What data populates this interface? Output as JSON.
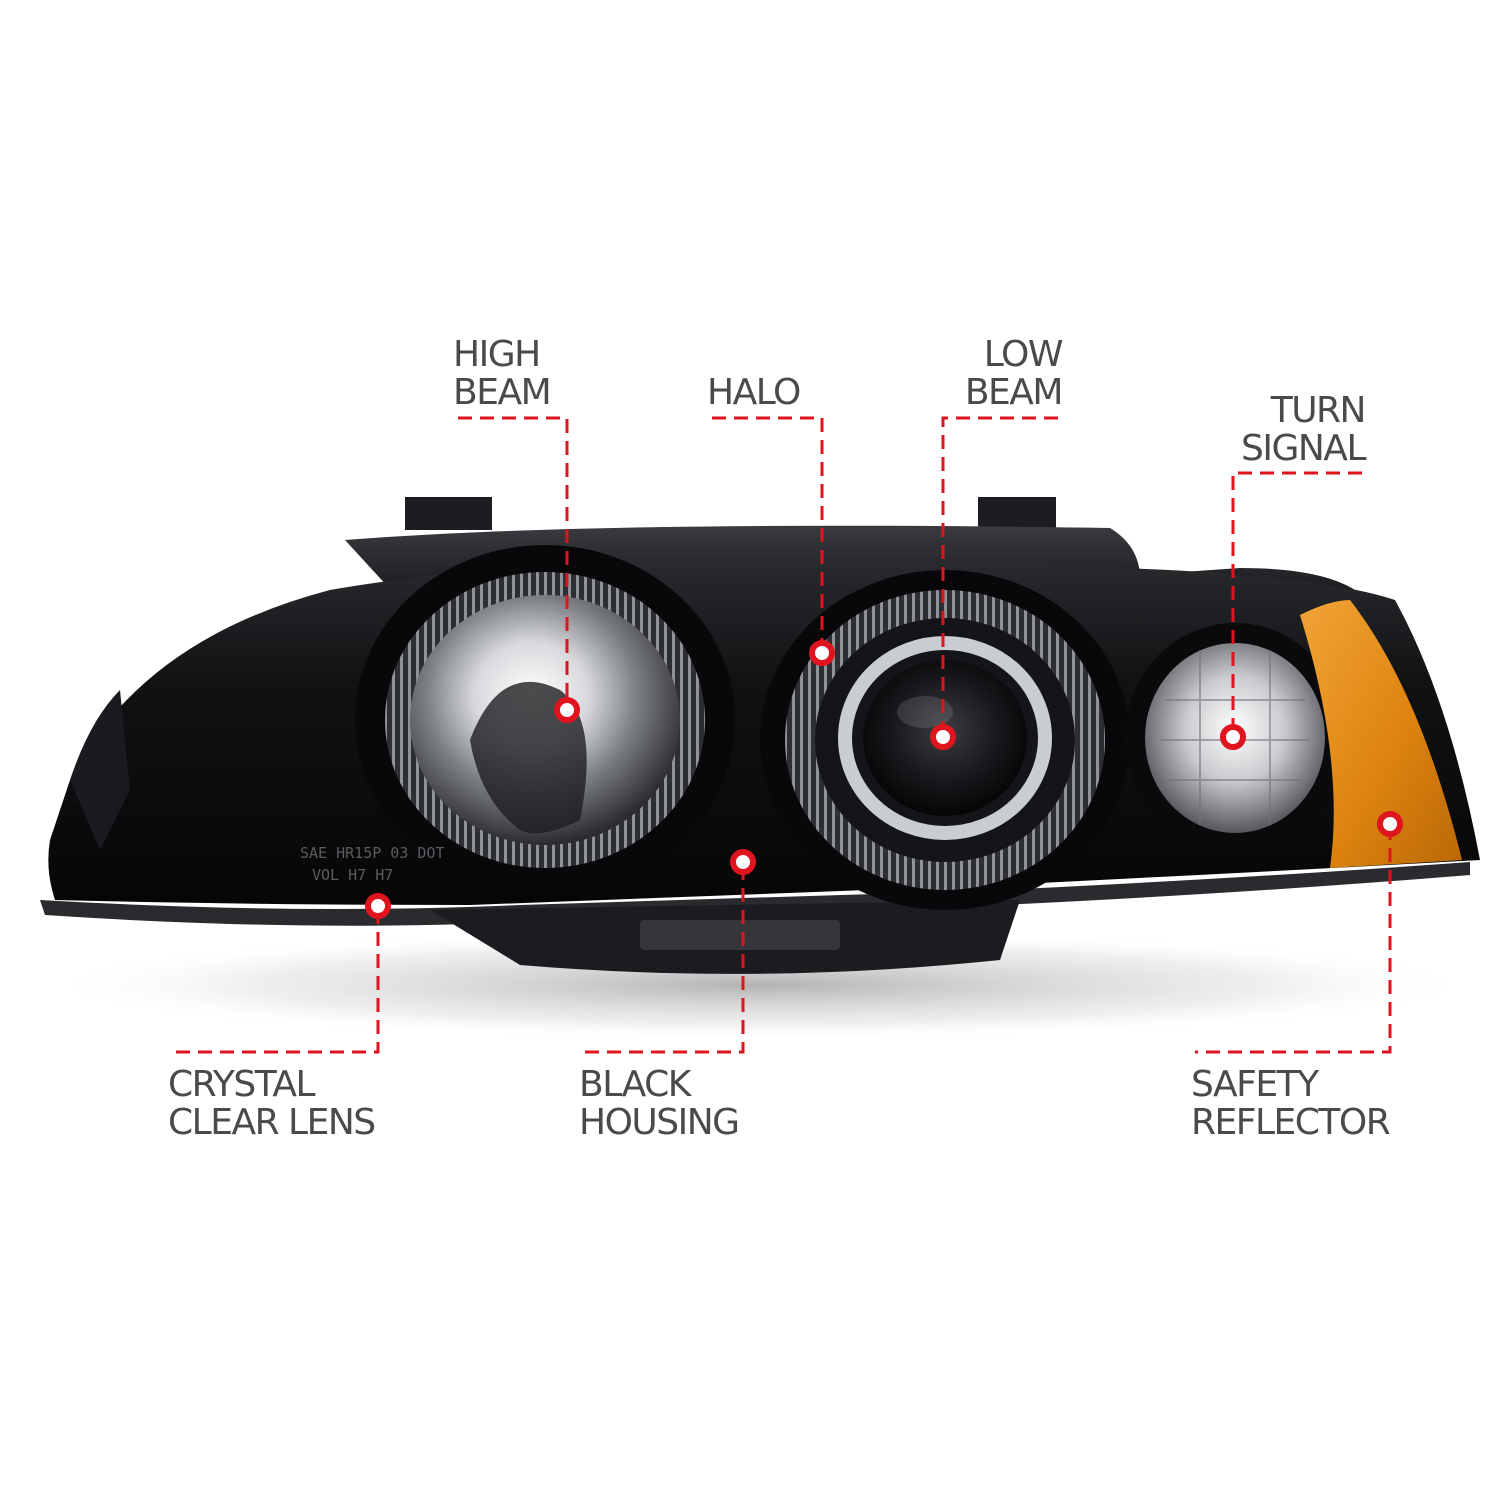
{
  "callouts": [
    {
      "id": "high-beam",
      "lines": [
        "HIGH",
        "BEAM"
      ]
    },
    {
      "id": "halo",
      "lines": [
        "HALO"
      ]
    },
    {
      "id": "low-beam",
      "lines": [
        "LOW",
        "BEAM"
      ]
    },
    {
      "id": "turn-signal",
      "lines": [
        "TURN",
        "SIGNAL"
      ]
    },
    {
      "id": "crystal-clear-lens",
      "lines": [
        "CRYSTAL",
        "CLEAR LENS"
      ]
    },
    {
      "id": "black-housing",
      "lines": [
        "BLACK",
        "HOUSING"
      ]
    },
    {
      "id": "safety-reflector",
      "lines": [
        "SAFETY",
        "REFLECTOR"
      ]
    }
  ],
  "lens_markings": {
    "line1": "SAE HR15P 03 DOT",
    "line2": "VOL H7 H7"
  },
  "colors": {
    "accent": "#e0141e",
    "label_text": "#4a4a4a",
    "housing": "#0d0d0f",
    "amber": "#e08a12",
    "background": "#ffffff"
  }
}
